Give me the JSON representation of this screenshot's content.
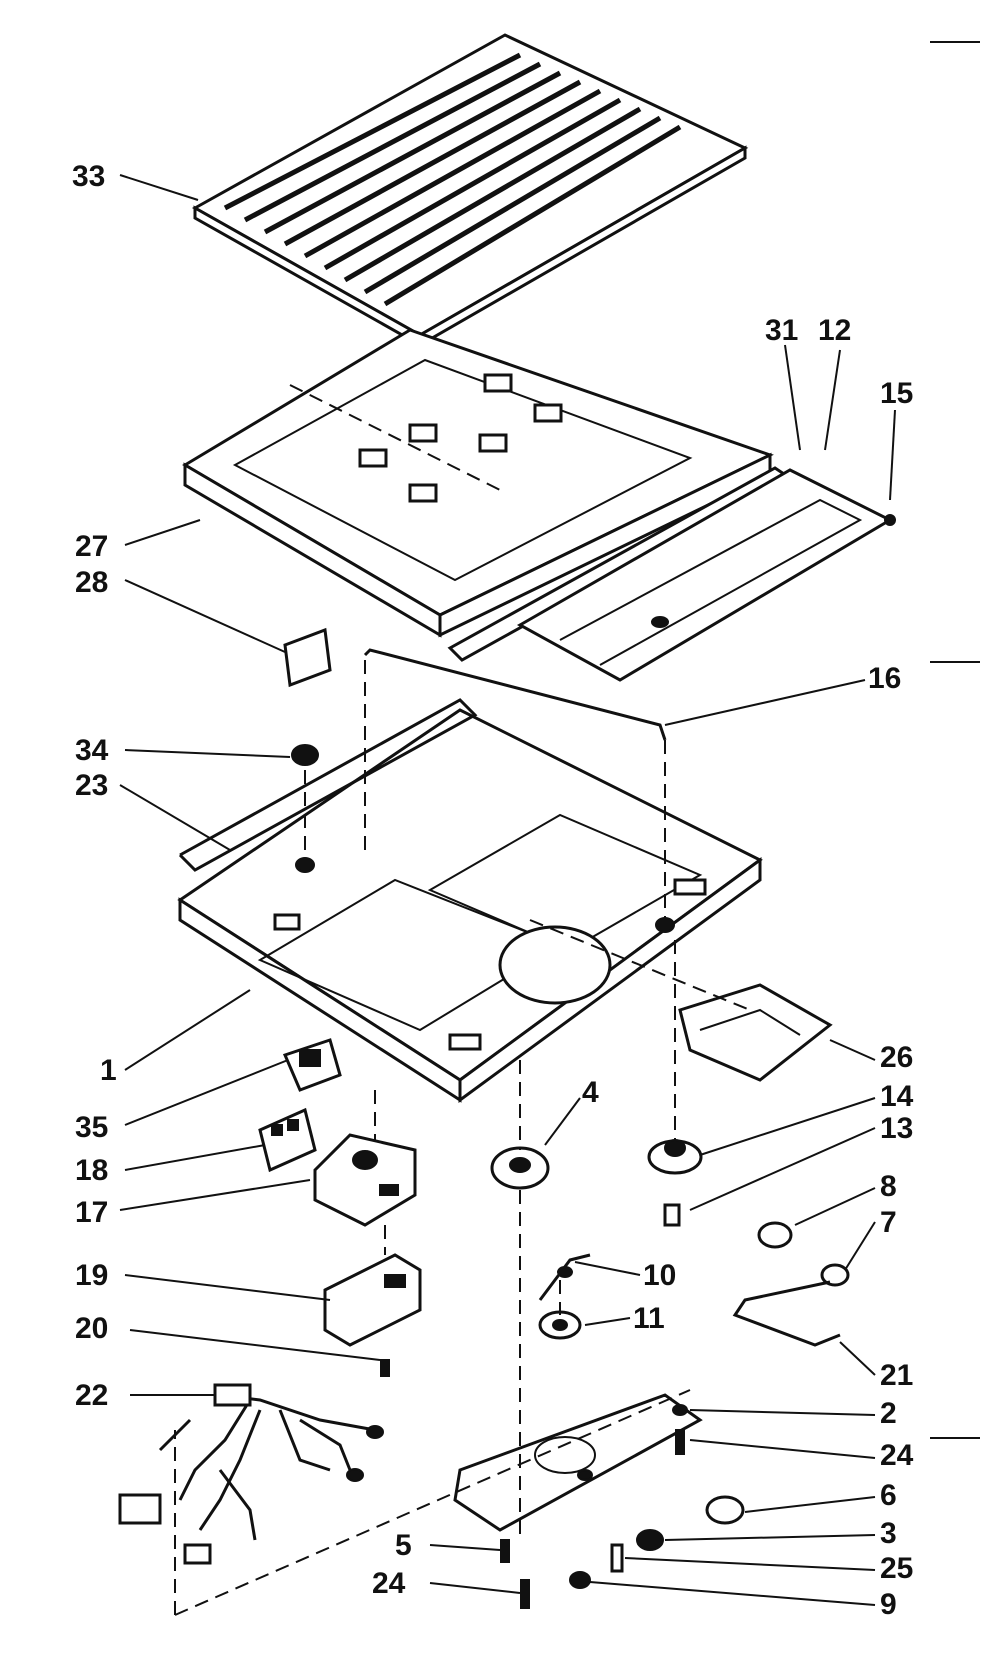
{
  "callouts": {
    "p1": "1",
    "p2": "2",
    "p3": "3",
    "p4": "4",
    "p5": "5",
    "p6": "6",
    "p7": "7",
    "p8": "8",
    "p9": "9",
    "p10": "10",
    "p11": "11",
    "p12": "12",
    "p13": "13",
    "p14": "14",
    "p15": "15",
    "p16": "16",
    "p17": "17",
    "p18": "18",
    "p19": "19",
    "p20": "20",
    "p21": "21",
    "p22": "22",
    "p23": "23",
    "p24a": "24",
    "p24b": "24",
    "p25": "25",
    "p26": "26",
    "p27": "27",
    "p28": "28",
    "p31": "31",
    "p33": "33",
    "p34": "34",
    "p35": "35"
  }
}
